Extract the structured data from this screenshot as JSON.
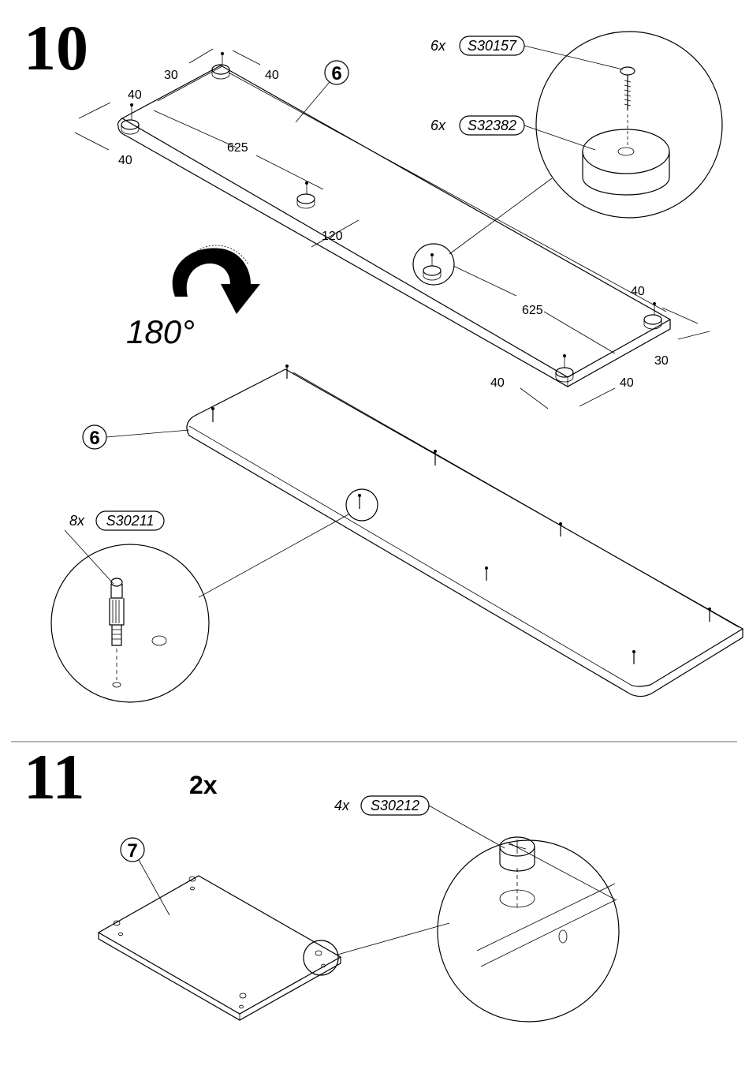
{
  "step10": {
    "number": "10",
    "part_label": "6",
    "rotation_label": "180°",
    "dimensions": {
      "d30_top": "30",
      "d40_top_right": "40",
      "d40_left_top": "40",
      "d40_left_bottom": "40",
      "d625_upper": "625",
      "d120": "120",
      "d625_lower": "625",
      "d40_right_top": "40",
      "d30_right": "30",
      "d40_bottom_left": "40",
      "d40_bottom_right": "40"
    },
    "hardware": [
      {
        "qty": "6x",
        "code": "S30157"
      },
      {
        "qty": "6x",
        "code": "S32382"
      },
      {
        "qty": "8x",
        "code": "S30211"
      }
    ],
    "second_part_label": "6"
  },
  "step11": {
    "number": "11",
    "multiplier": "2x",
    "part_label": "7",
    "hardware": [
      {
        "qty": "4x",
        "code": "S30212"
      }
    ]
  }
}
